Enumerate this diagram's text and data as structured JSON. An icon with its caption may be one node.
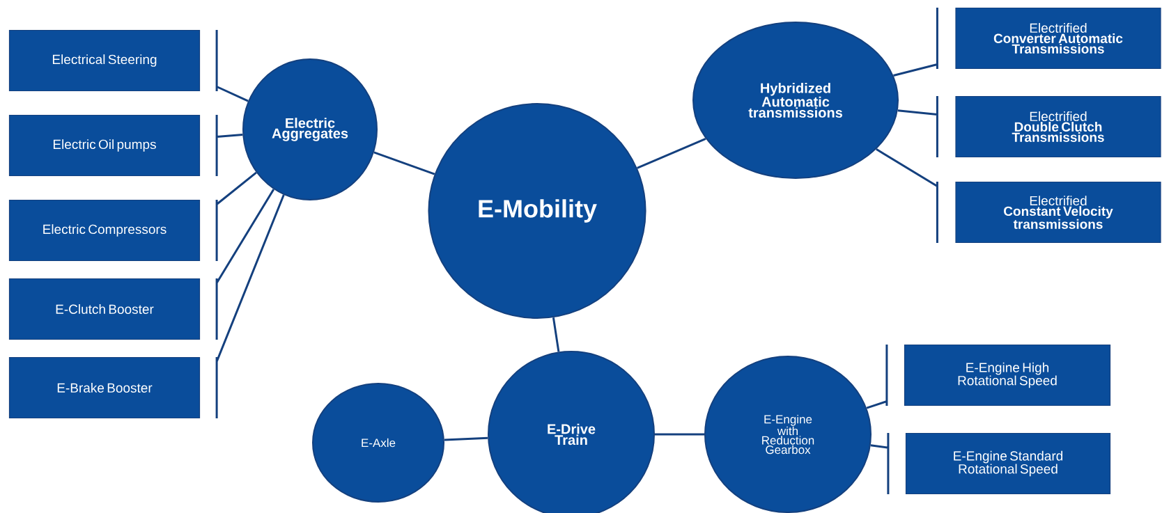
{
  "diagram": {
    "nodes": [
      {
        "text": [
          "Electrical Steering"
        ]
      },
      {
        "text": [
          "Electric Oil pumps"
        ]
      },
      {
        "text": [
          "Electric Compressors"
        ]
      },
      {
        "text": [
          "E-Clutch Booster"
        ]
      },
      {
        "text": [
          "E-Brake Booster"
        ]
      },
      {
        "text": [
          "Electric Aggregates"
        ]
      },
      {
        "text": [
          "E-Mobility"
        ]
      },
      {
        "text": [
          "Hybridized Automatic transmissions"
        ]
      },
      {
        "text": [
          "Electrified",
          "Converter Automatic Transmissions"
        ]
      },
      {
        "text": [
          "Electrified",
          "Double Clutch Transmissions"
        ]
      },
      {
        "text": [
          "Electrified",
          "Constant Velocity transmissions"
        ]
      },
      {
        "text": [
          "E-Axle"
        ]
      },
      {
        "text": [
          "E-Drive Train"
        ]
      },
      {
        "text": [
          "E-Engine with Reduction Gearbox"
        ]
      },
      {
        "text": [
          "E-Engine High Rotational Speed"
        ]
      },
      {
        "text": [
          "E-Engine Standard Rotational Speed"
        ]
      }
    ],
    "edges": [
      {
        "from": 5,
        "to": 0,
        "arrow": "none"
      },
      {
        "from": 5,
        "to": 1,
        "arrow": "none"
      },
      {
        "from": 5,
        "to": 2,
        "arrow": "none"
      },
      {
        "from": 5,
        "to": 3,
        "arrow": "none"
      },
      {
        "from": 5,
        "to": 4,
        "arrow": "none"
      },
      {
        "from": 6,
        "to": 5,
        "arrow": "none"
      },
      {
        "from": 6,
        "to": 7,
        "arrow": "none"
      },
      {
        "from": 7,
        "to": 8,
        "arrow": "none"
      },
      {
        "from": 7,
        "to": 9,
        "arrow": "none"
      },
      {
        "from": 7,
        "to": 10,
        "arrow": "none"
      },
      {
        "from": 6,
        "to": 12,
        "arrow": "none"
      },
      {
        "from": 12,
        "to": 11,
        "arrow": "none"
      },
      {
        "from": 12,
        "to": 13,
        "arrow": "none"
      },
      {
        "from": 13,
        "to": 14,
        "arrow": "none"
      },
      {
        "from": 13,
        "to": 15,
        "arrow": "none"
      }
    ]
  }
}
